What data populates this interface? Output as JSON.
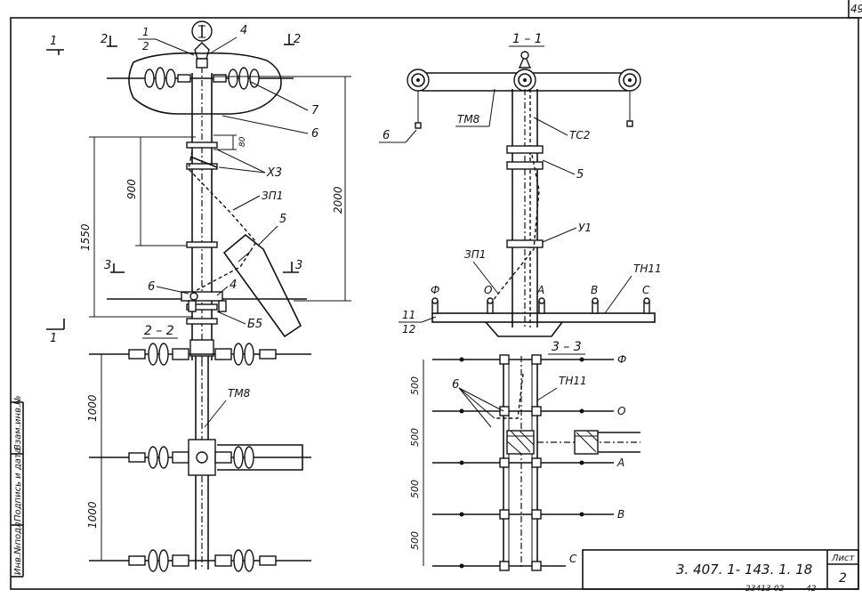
{
  "sheet": {
    "sheet_number_top": "49",
    "drawing_code": "3. 407. 1- 143. 1. 18",
    "list_label": "Лист",
    "list_number": "2",
    "bottom_stamp_a": "23413-02",
    "bottom_stamp_b": "42",
    "side_labels": [
      "Инв.№подл.",
      "Подпись и дата",
      "Взам.инв.№"
    ]
  },
  "section_marks": {
    "m1": "1",
    "m2": "2",
    "m3": "3",
    "m1b": "1",
    "r2": "2",
    "r3": "3"
  },
  "front_view": {
    "callout_top_num": "1",
    "callout_top_den": "2",
    "callout_4": "4",
    "callout_7": "7",
    "callout_6_right": "6",
    "callout_x3": "Х3",
    "callout_3p1": "ЗП1",
    "callout_5": "5",
    "callout_6_left": "6",
    "callout_4_low": "4",
    "callout_b5": "Б5",
    "dim_80": "80",
    "dim_900": "900",
    "dim_1550": "1550",
    "dim_2000": "2000"
  },
  "view_1_1": {
    "title": "1 – 1",
    "tm8": "ТМ8",
    "tc2": "ТС2",
    "c6": "6",
    "c5": "5",
    "y1": "У1",
    "zp1": "ЗП1",
    "th11": "ТН11",
    "c11": "11",
    "c12": "12",
    "phases": [
      "Ф",
      "О",
      "А",
      "В",
      "С"
    ]
  },
  "view_2_2": {
    "title": "2 – 2",
    "tm8": "ТМ8",
    "dim_a": "1000",
    "dim_b": "1000"
  },
  "view_3_3": {
    "title": "3 – 3",
    "c6": "6",
    "th11": "ТН11",
    "dims": [
      "500",
      "500",
      "500",
      "500"
    ],
    "phases": [
      "Ф",
      "О",
      "А",
      "В",
      "С"
    ]
  }
}
